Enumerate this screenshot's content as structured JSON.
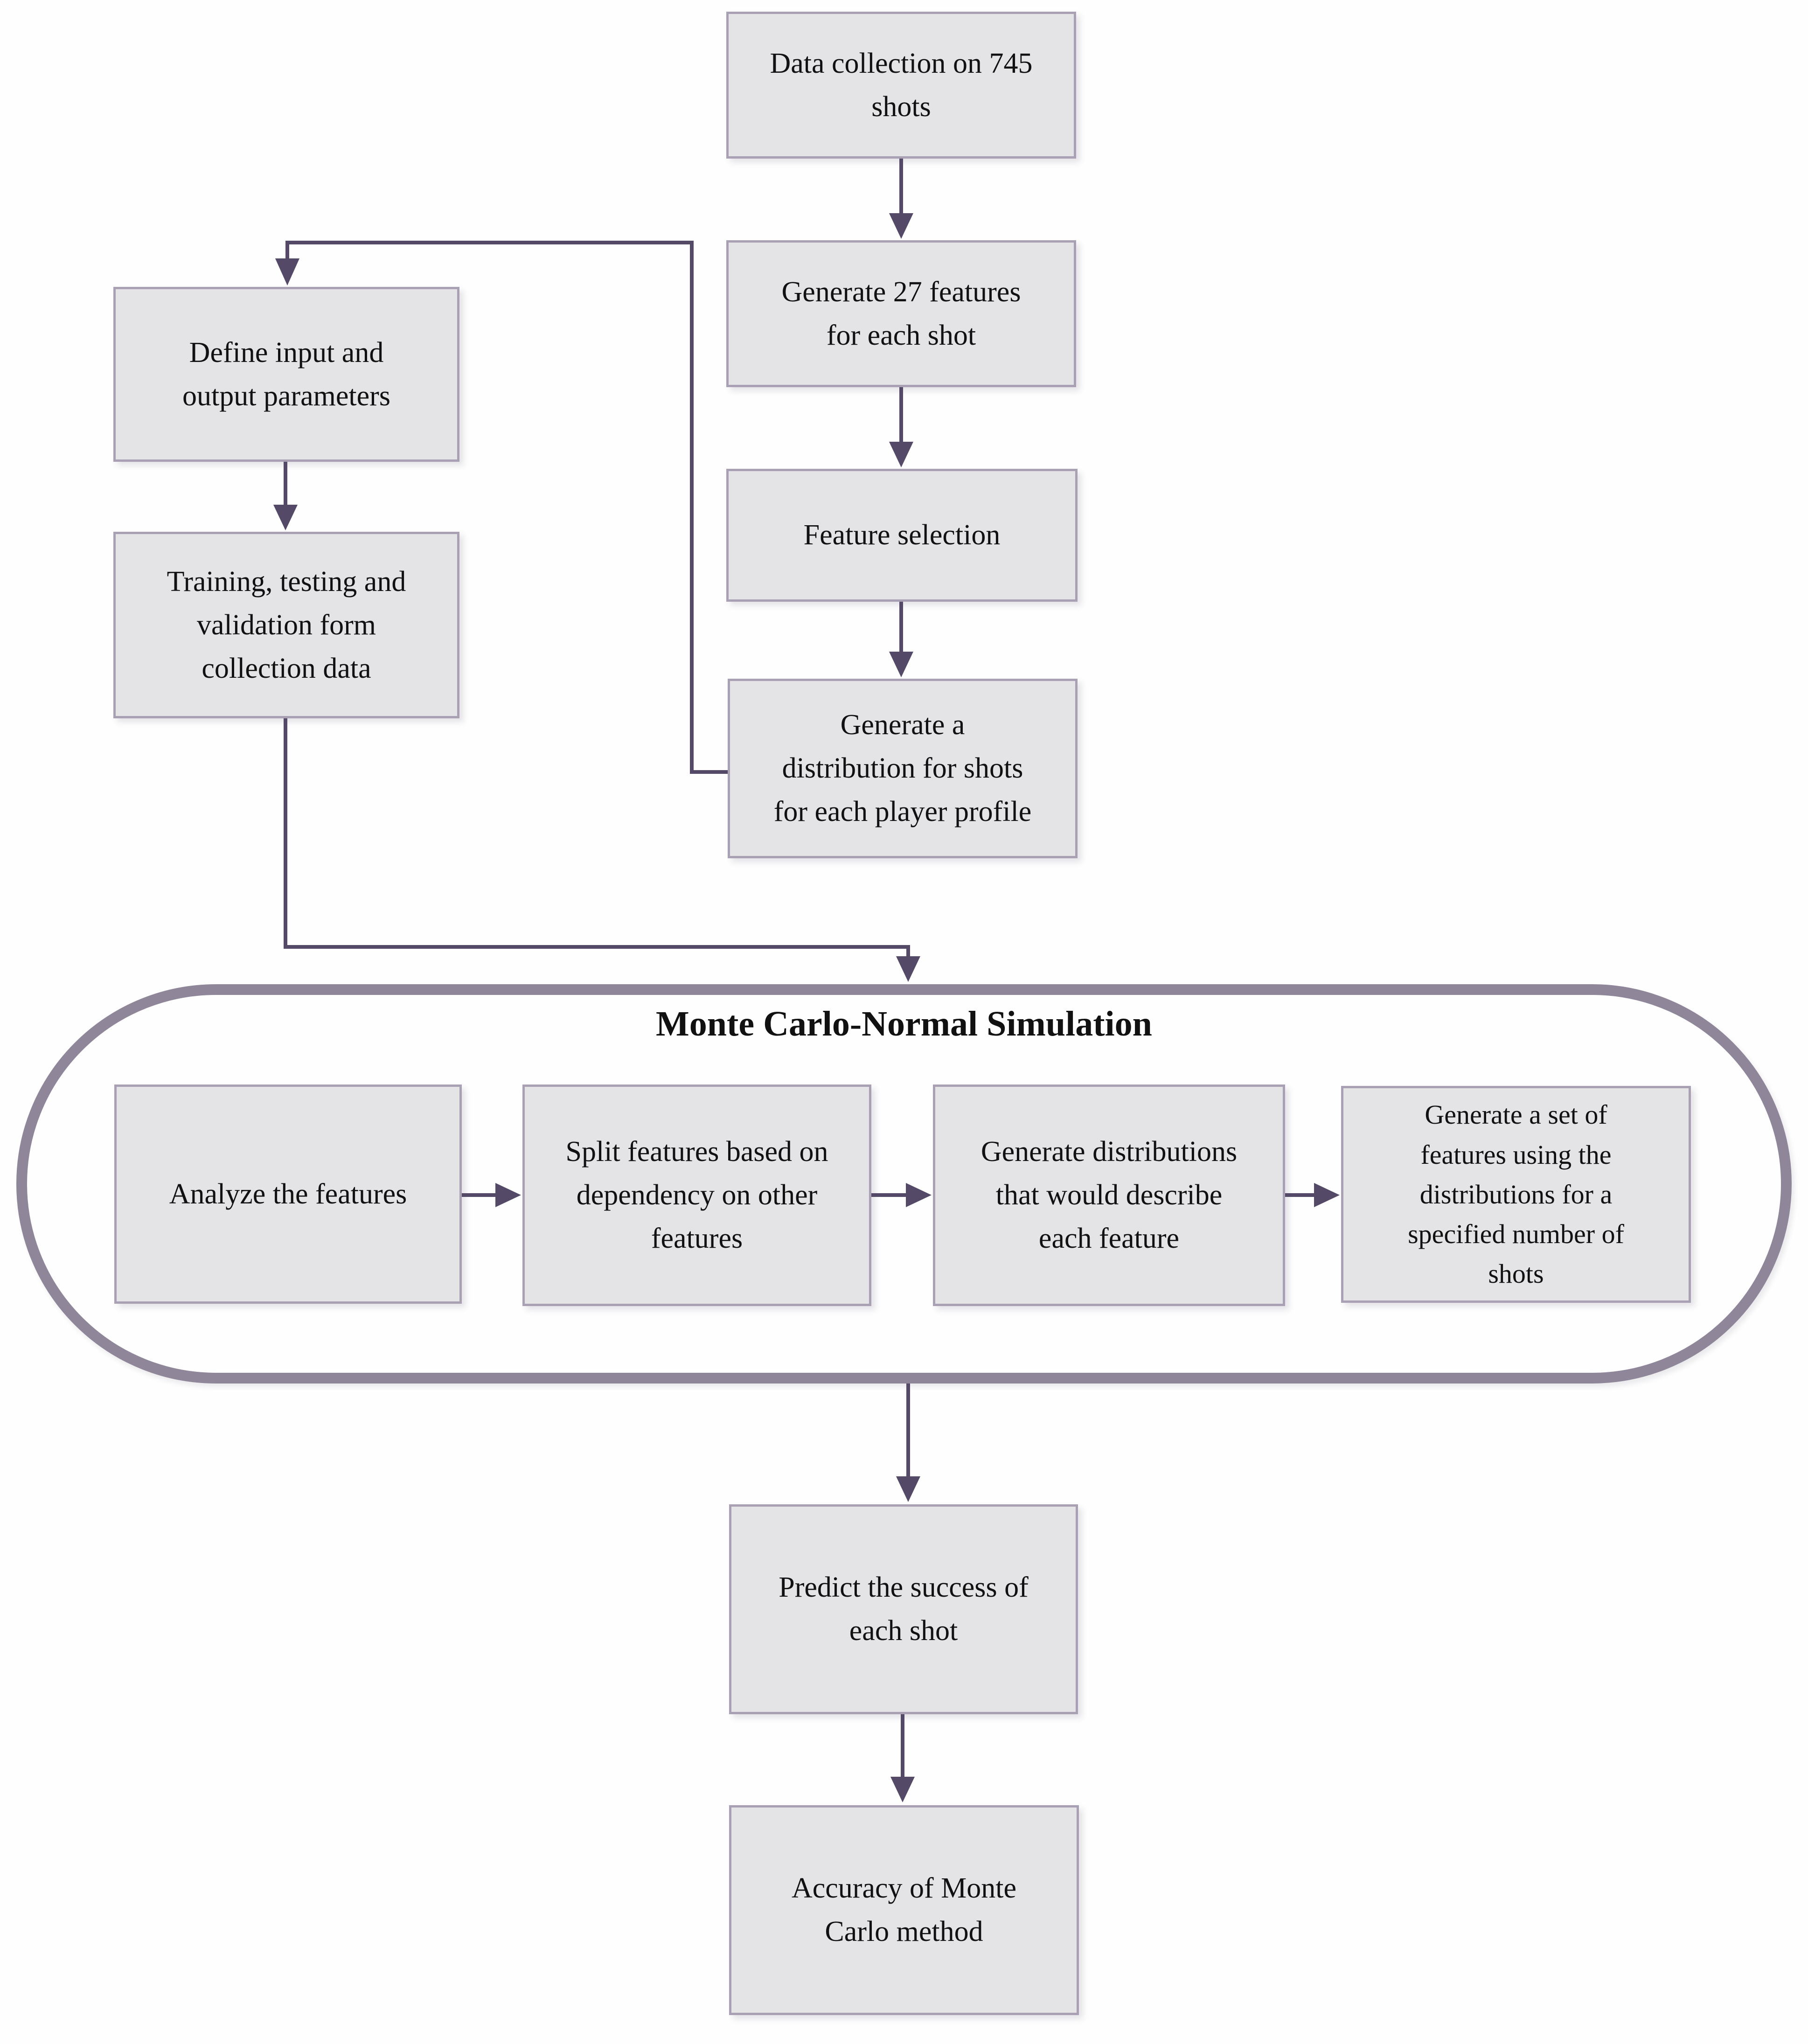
{
  "colors": {
    "background": "#fefefe",
    "node_fill": "#e4e3e6",
    "node_border": "#a9a0b4",
    "arrow": "#544a68",
    "container_border": "#8f8799",
    "text": "#111111"
  },
  "flowchart": {
    "container_title": "Monte Carlo-Normal Simulation",
    "nodes": {
      "data_collection": "Data collection on 745\nshots",
      "generate_features": "Generate 27 features\nfor each shot",
      "feature_selection": "Feature selection",
      "generate_distribution_profiles": "Generate a\ndistribution for shots\nfor each player profile",
      "define_parameters": "Define input and\noutput parameters",
      "training_testing_validation": "Training, testing and\nvalidation form\ncollection data",
      "analyze_features": "Analyze the  features",
      "split_features": "Split features based on\ndependency on other\nfeatures",
      "generate_feature_distributions": "Generate distributions\nthat would describe\neach feature",
      "generate_feature_set": "Generate a set of\nfeatures using the\ndistributions for a\nspecified number of\nshots",
      "predict_success": "Predict the success of\neach shot",
      "accuracy": "Accuracy of Monte\nCarlo method"
    }
  }
}
